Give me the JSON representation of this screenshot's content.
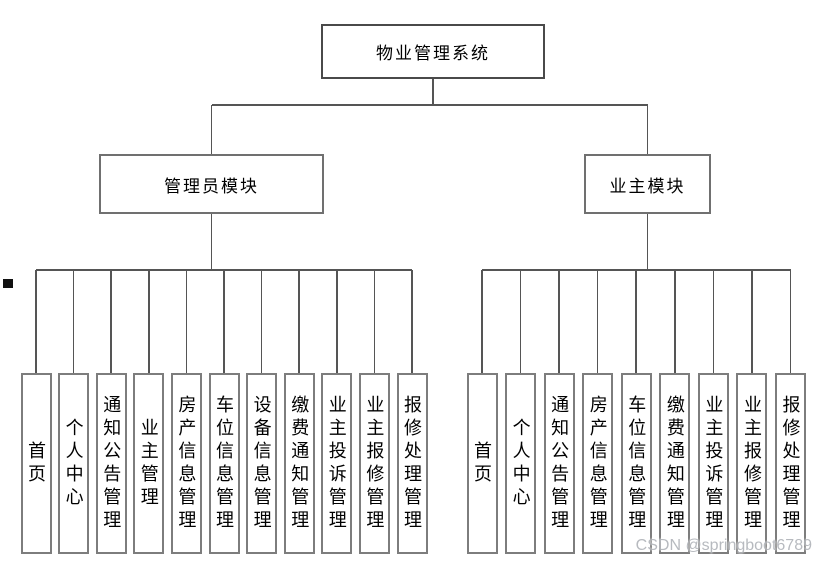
{
  "diagram": {
    "root": {
      "label": "物业管理系统"
    },
    "branches": [
      {
        "label": "管理员模块",
        "children": [
          "首页",
          "个人中心",
          "通知公告管理",
          "业主管理",
          "房产信息管理",
          "车位信息管理",
          "设备信息管理",
          "缴费通知管理",
          "业主投诉管理",
          "业主报修管理",
          "报修处理管理"
        ]
      },
      {
        "label": "业主模块",
        "children": [
          "首页",
          "个人中心",
          "通知公告管理",
          "房产信息管理",
          "车位信息管理",
          "缴费通知管理",
          "业主投诉管理",
          "业主报修管理",
          "报修处理管理"
        ]
      }
    ],
    "watermark": "CSDN @springboot6789"
  },
  "colors": {
    "line": "#555555",
    "root_border": "#4a4a4a",
    "branch_border": "#707070",
    "leaf_border": "#7d7d7d",
    "text": "#000000",
    "watermark": "#aaaeb4"
  }
}
